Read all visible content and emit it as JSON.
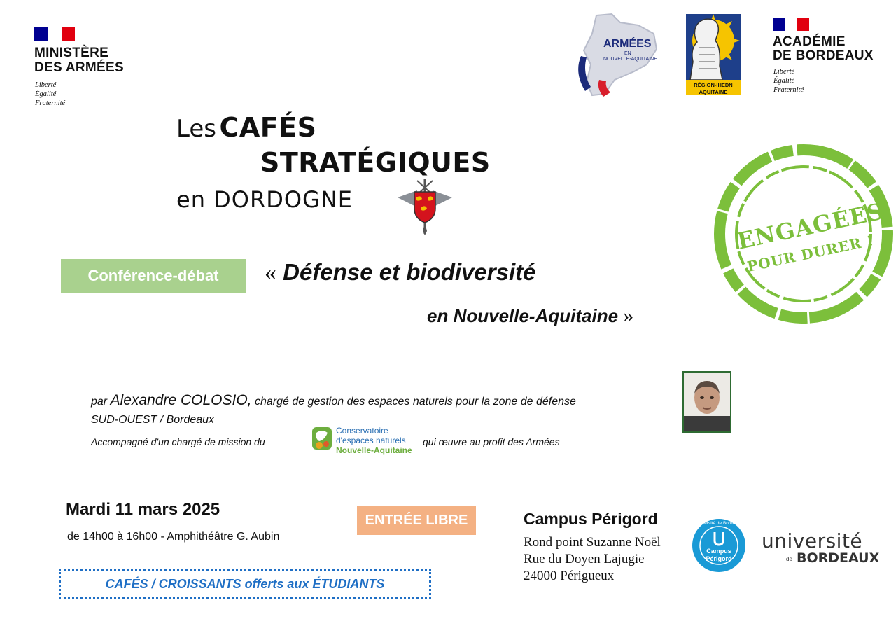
{
  "logos": {
    "ministere": {
      "line1": "MINISTÈRE",
      "line2": "DES ARMÉES",
      "motto": [
        "Liberté",
        "Égalité",
        "Fraternité"
      ]
    },
    "armees_na": {
      "line1": "ARMÉES",
      "line2": "EN",
      "line3": "NOUVELLE-AQUITAINE"
    },
    "ihedn": {
      "line1": "RÉGION-IHEDN",
      "line2": "AQUITAINE"
    },
    "academie": {
      "line1": "ACADÉMIE",
      "line2": "DE BORDEAUX",
      "motto": [
        "Liberté",
        "Égalité",
        "Fraternité"
      ]
    },
    "conservatoire": {
      "line1": "Conservatoire",
      "line2": "d'espaces naturels",
      "line3": "Nouvelle-Aquitaine"
    },
    "campus_seal": {
      "ring": "Université de Bordeaux",
      "line1": "Campus",
      "line2": "Périgord"
    },
    "universite": {
      "word1": "université",
      "word2": "de",
      "word3": "BORDEAUX"
    }
  },
  "title": {
    "les": "Les",
    "cafes": "CAFÉS",
    "strategiques": "STRATÉGIQUES",
    "en_dordogne": "en DORDOGNE"
  },
  "stamp": {
    "line1": "ENGAGÉES",
    "line2": "POUR DURER !"
  },
  "conference": {
    "badge": "Conférence-débat",
    "open_quote": "«",
    "title_line1": "Défense et biodiversité",
    "title_line2": "en Nouvelle-Aquitaine",
    "close_quote": "»"
  },
  "speaker": {
    "par": "par ",
    "name": "Alexandre COLOSIO,",
    "role_line1": " chargé de gestion des espaces naturels pour la zone de défense",
    "role_line2": "SUD-OUEST / Bordeaux",
    "accomp_before": "Accompagné d'un chargé de mission du",
    "accomp_after": "qui œuvre au profit des Armées"
  },
  "event": {
    "date": "Mardi 11 mars 2025",
    "time_place": "de 14h00 à 16h00 - Amphithéâtre G. Aubin",
    "entry": "ENTRÉE LIBRE",
    "offer": "CAFÉS / CROISSANTS offerts aux ÉTUDIANTS"
  },
  "venue": {
    "name": "Campus Périgord",
    "address": [
      "Rond point Suzanne Noël",
      "Rue du Doyen Lajugie",
      "24000 Périgueux"
    ]
  },
  "colors": {
    "badge_green": "#a9d18e",
    "entry_orange": "#f4b183",
    "offer_blue": "#1f6fc5",
    "stamp_green": "#7cbf3b",
    "marianne_blue": "#000091",
    "marianne_red": "#e1000f",
    "campus_blue": "#1a9ad6"
  }
}
